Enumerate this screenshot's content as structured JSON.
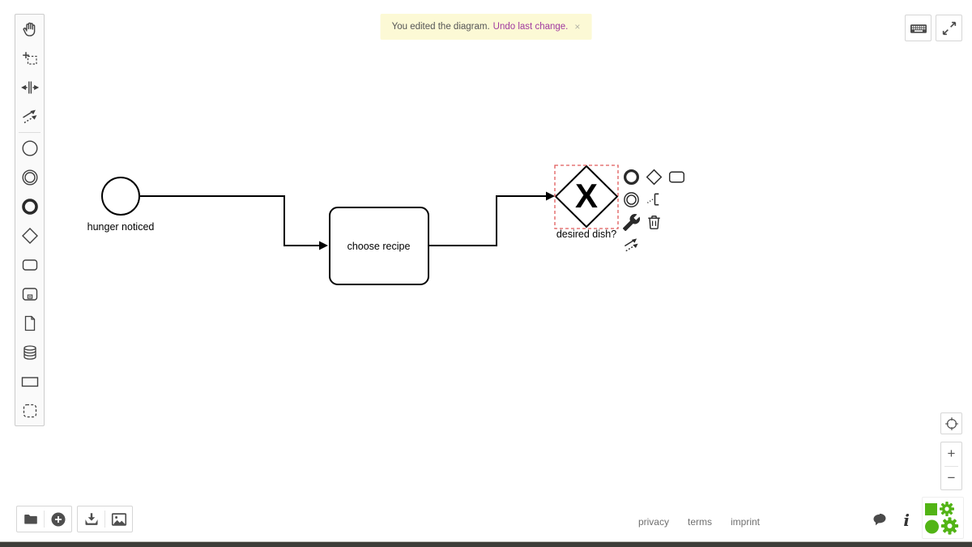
{
  "notification": {
    "message": "You edited the diagram.",
    "action": "Undo last change.",
    "close": "×"
  },
  "diagram": {
    "start_event": {
      "label": "hunger noticed"
    },
    "task": {
      "label": "choose recipe"
    },
    "gateway": {
      "label": "desired dish?",
      "marker": "X"
    }
  },
  "palette": {
    "tools": [
      "hand-tool",
      "lasso-tool",
      "space-tool",
      "global-connect-tool"
    ],
    "shapes": [
      "create-start-event",
      "create-intermediate-event",
      "create-end-event",
      "create-gateway",
      "create-task",
      "create-subprocess",
      "create-data-object",
      "create-data-store",
      "create-participant",
      "create-group"
    ]
  },
  "context_pad": {
    "items": [
      "append-end-event",
      "append-gateway",
      "append-task",
      "append-intermediate-event",
      "append-text-annotation",
      "change-type-wrench",
      "delete-trash",
      "connect-tool"
    ]
  },
  "header_icons": [
    "keyboard-shortcuts",
    "fullscreen"
  ],
  "canvas_controls": {
    "reset_origin_icon": "crosshair",
    "zoom_in": "+",
    "zoom_out": "−"
  },
  "footer": {
    "file_icons": [
      "open-folder",
      "new-diagram-plus",
      "download",
      "export-image"
    ],
    "links": [
      {
        "label": "privacy"
      },
      {
        "label": "terms"
      },
      {
        "label": "imprint"
      }
    ],
    "misc_icons": [
      "feedback-bubble",
      "info",
      "bpmn-io-logo"
    ]
  },
  "colors": {
    "brand_green": "#52b415",
    "selection": "#e05a5a",
    "notification_bg": "#fcf9d5",
    "link": "#a0399f",
    "shape_stroke": "#000000"
  }
}
